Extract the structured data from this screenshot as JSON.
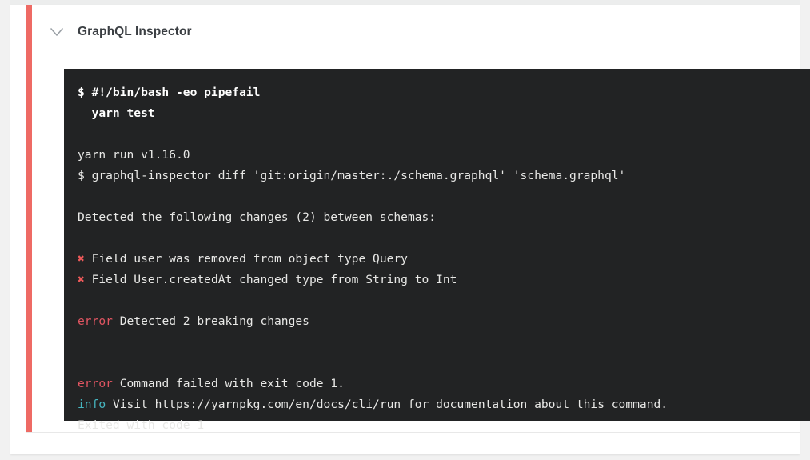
{
  "card": {
    "accent_color": "#ee6a64",
    "step": {
      "toggle_icon": "chevron-down-icon",
      "title": "GraphQL Inspector"
    }
  },
  "terminal": {
    "background_color": "#222324",
    "text_color": "#e8e8e6",
    "error_color": "#e05561",
    "info_color": "#46b6c0",
    "marker_color": "#ef5a5a",
    "lines": [
      {
        "type": "command",
        "text": "$ #!/bin/bash -eo pipefail"
      },
      {
        "type": "command",
        "text": "  yarn test"
      },
      {
        "type": "blank",
        "text": ""
      },
      {
        "type": "plain",
        "text": "yarn run v1.16.0"
      },
      {
        "type": "plain",
        "text": "$ graphql-inspector diff 'git:origin/master:./schema.graphql' 'schema.graphql'"
      },
      {
        "type": "blank",
        "text": ""
      },
      {
        "type": "plain",
        "text": "Detected the following changes (2) between schemas:"
      },
      {
        "type": "blank",
        "text": ""
      },
      {
        "type": "change",
        "marker": "✖",
        "text": " Field user was removed from object type Query"
      },
      {
        "type": "change",
        "marker": "✖",
        "text": " Field User.createdAt changed type from String to Int"
      },
      {
        "type": "blank",
        "text": ""
      },
      {
        "type": "labeled",
        "label": "error",
        "label_color": "error",
        "text": " Detected 2 breaking changes"
      },
      {
        "type": "blank",
        "text": ""
      },
      {
        "type": "blank",
        "text": ""
      },
      {
        "type": "labeled",
        "label": "error",
        "label_color": "error",
        "text": " Command failed with exit code 1."
      },
      {
        "type": "labeled",
        "label": "info",
        "label_color": "info",
        "text": " Visit https://yarnpkg.com/en/docs/cli/run for documentation about this command."
      },
      {
        "type": "plain",
        "text": "Exited with code 1"
      }
    ]
  }
}
